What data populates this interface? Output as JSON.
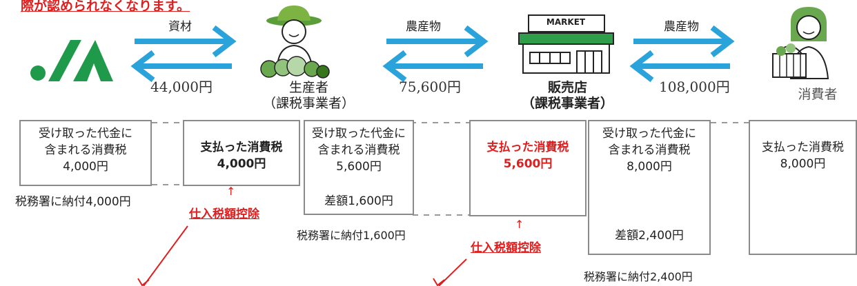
{
  "header_fragment": "際が認められなくなります。",
  "flows": [
    {
      "item": "資材",
      "amount": "44,000円"
    },
    {
      "item": "農産物",
      "amount": "75,600円"
    },
    {
      "item": "農産物",
      "amount": "108,000円"
    }
  ],
  "entities": {
    "producer": {
      "line1": "生産者",
      "line2": "（課税事業者）"
    },
    "store": {
      "line1": "販売店",
      "line2": "（課税事業者）",
      "sign": "MARKET"
    },
    "consumer": {
      "line1": "消費者"
    }
  },
  "boxes": {
    "ja_received": {
      "line1": "受け取った代金に",
      "line2": "含まれる消費税",
      "line3": "4,000円"
    },
    "producer_paid": {
      "line1": "支払った消費税",
      "line2": "4,000円"
    },
    "producer_received": {
      "line1": "受け取った代金に",
      "line2": "含まれる消費税",
      "line3": "5,600円",
      "diff": "差額1,600円"
    },
    "store_paid": {
      "line1": "支払った消費税",
      "line2": "5,600円"
    },
    "store_received": {
      "line1": "受け取った代金に",
      "line2": "含まれる消費税",
      "line3": "8,000円",
      "diff": "差額2,400円"
    },
    "consumer_paid": {
      "line1": "支払った消費税",
      "line2": "8,000円"
    }
  },
  "payments": {
    "ja": "税務署に納付4,000円",
    "producer": "税務署に納付1,600円",
    "store": "税務署に納付2,400円"
  },
  "deduction_label": "仕入税額控除",
  "up_arrow": "↑",
  "colors": {
    "arrow": "#2aa3db",
    "ja_green": "#1f9a4a",
    "alert_red": "#e01e1e",
    "box_border": "#8a8a8a"
  }
}
